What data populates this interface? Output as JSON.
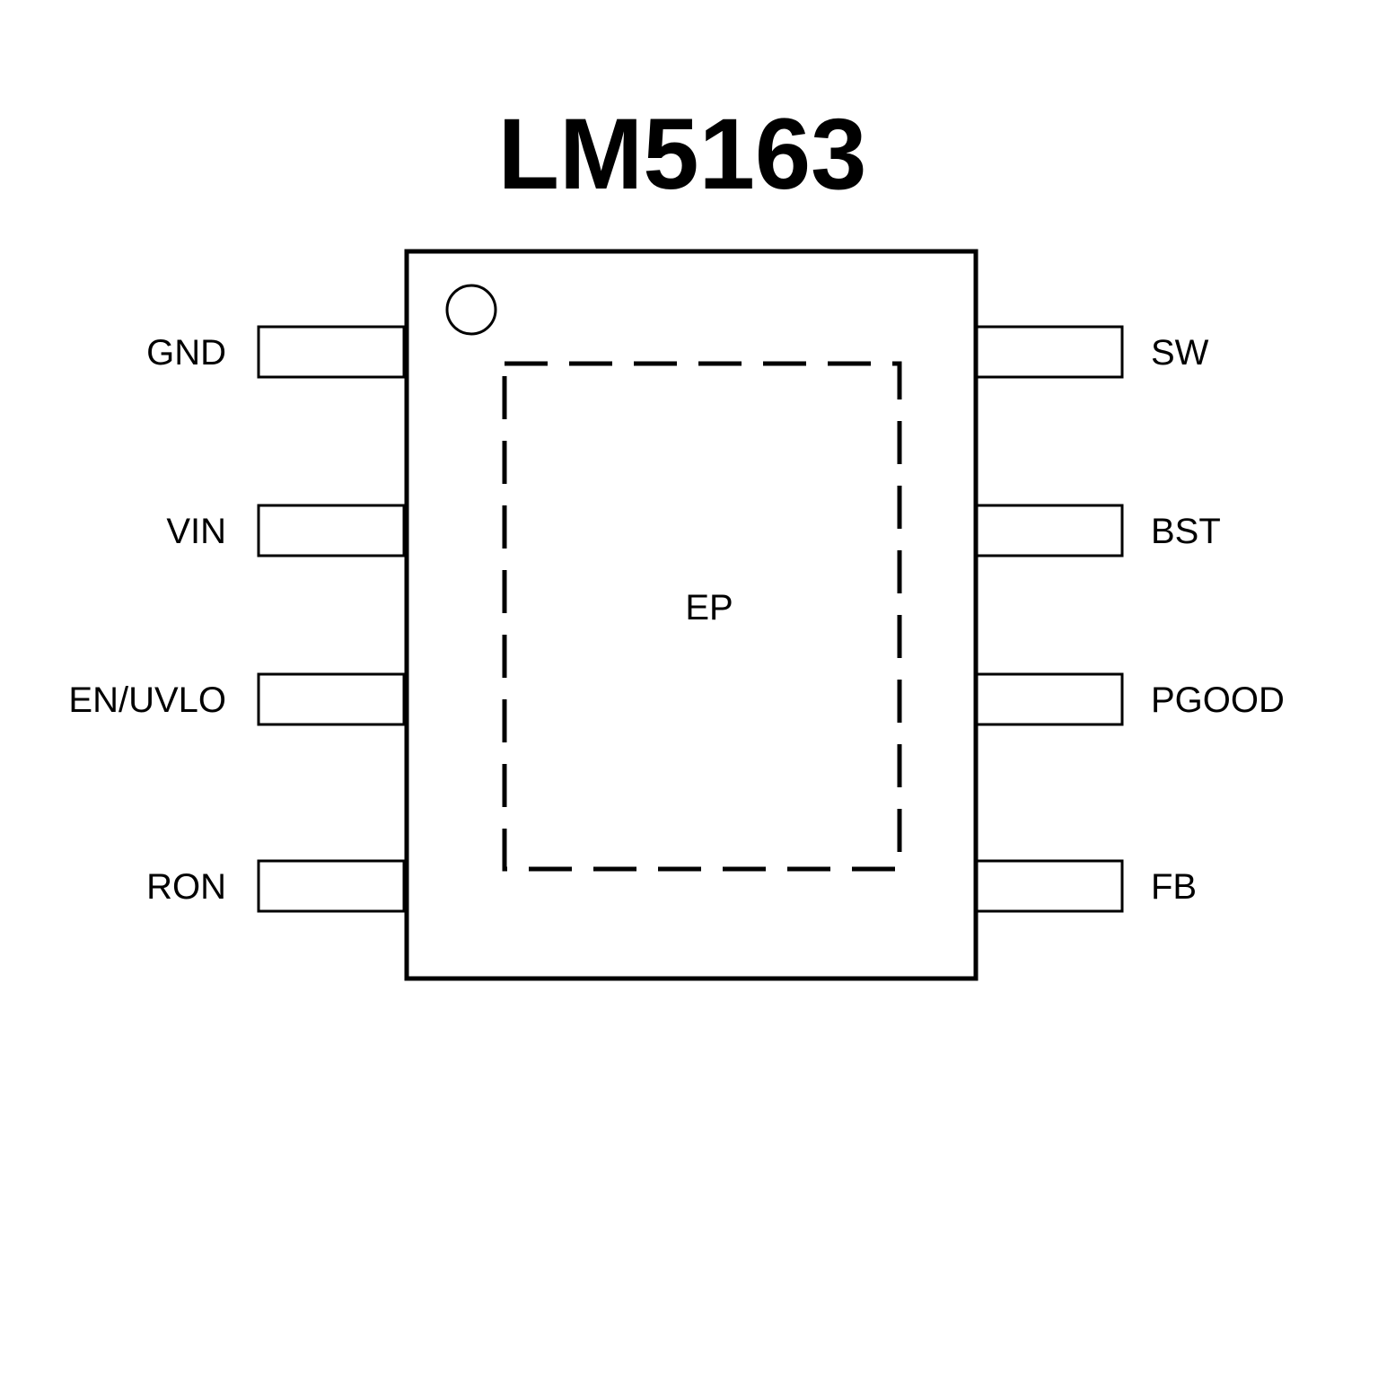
{
  "title": "LM5163",
  "left_pins": [
    "GND",
    "VIN",
    "EN/UVLO",
    "RON"
  ],
  "right_pins": [
    "SW",
    "BST",
    "PGOOD",
    "FB"
  ],
  "exposed_pad": "EP",
  "colors": {
    "stroke": "#000000",
    "background": "#ffffff"
  }
}
